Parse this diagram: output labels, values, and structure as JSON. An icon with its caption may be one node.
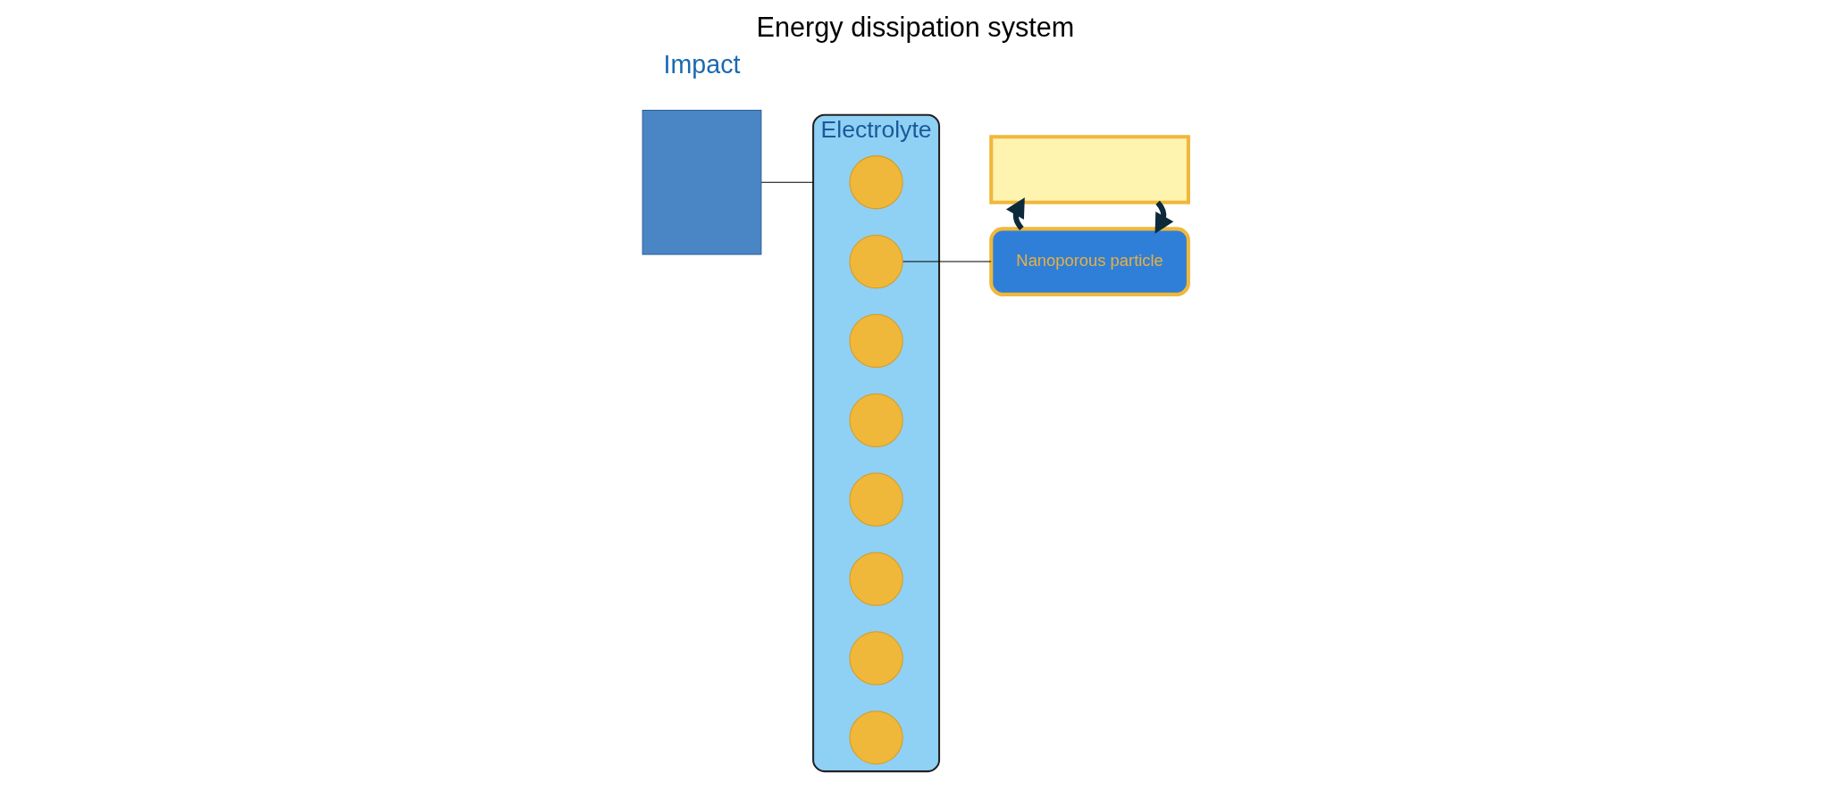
{
  "diagram": {
    "title": "Energy dissipation system",
    "nodes": [
      {
        "text": [],
        "shape": "box"
      },
      {
        "text": [
          "Electrolyte"
        ]
      },
      {
        "text": [],
        "shape": "circle",
        "in": 1
      },
      {
        "text": [],
        "shape": "circle",
        "in": 1
      },
      {
        "text": [],
        "shape": "circle",
        "in": 1
      },
      {
        "text": [],
        "shape": "circle",
        "in": 1
      },
      {
        "text": [],
        "shape": "circle",
        "in": 1
      },
      {
        "text": [],
        "shape": "circle",
        "in": 1
      },
      {
        "text": [],
        "shape": "circle",
        "in": 1
      },
      {
        "text": [],
        "shape": "circle",
        "in": 1
      },
      {
        "text": [
          "Nanoporous particle"
        ]
      },
      {
        "text": [],
        "shape": "box"
      }
    ],
    "edges": [
      {
        "from": 0,
        "to": 1,
        "arrow": "none"
      },
      {
        "from": 3,
        "to": 10,
        "arrow": "none"
      },
      {
        "from": 11,
        "to": 10,
        "arrow": "to",
        "style": "thick",
        "color": "#0d2a3a"
      },
      {
        "from": 10,
        "to": 11,
        "arrow": "to",
        "style": "thick",
        "color": "#0d2a3a"
      }
    ],
    "labels": [
      "Impact"
    ]
  }
}
